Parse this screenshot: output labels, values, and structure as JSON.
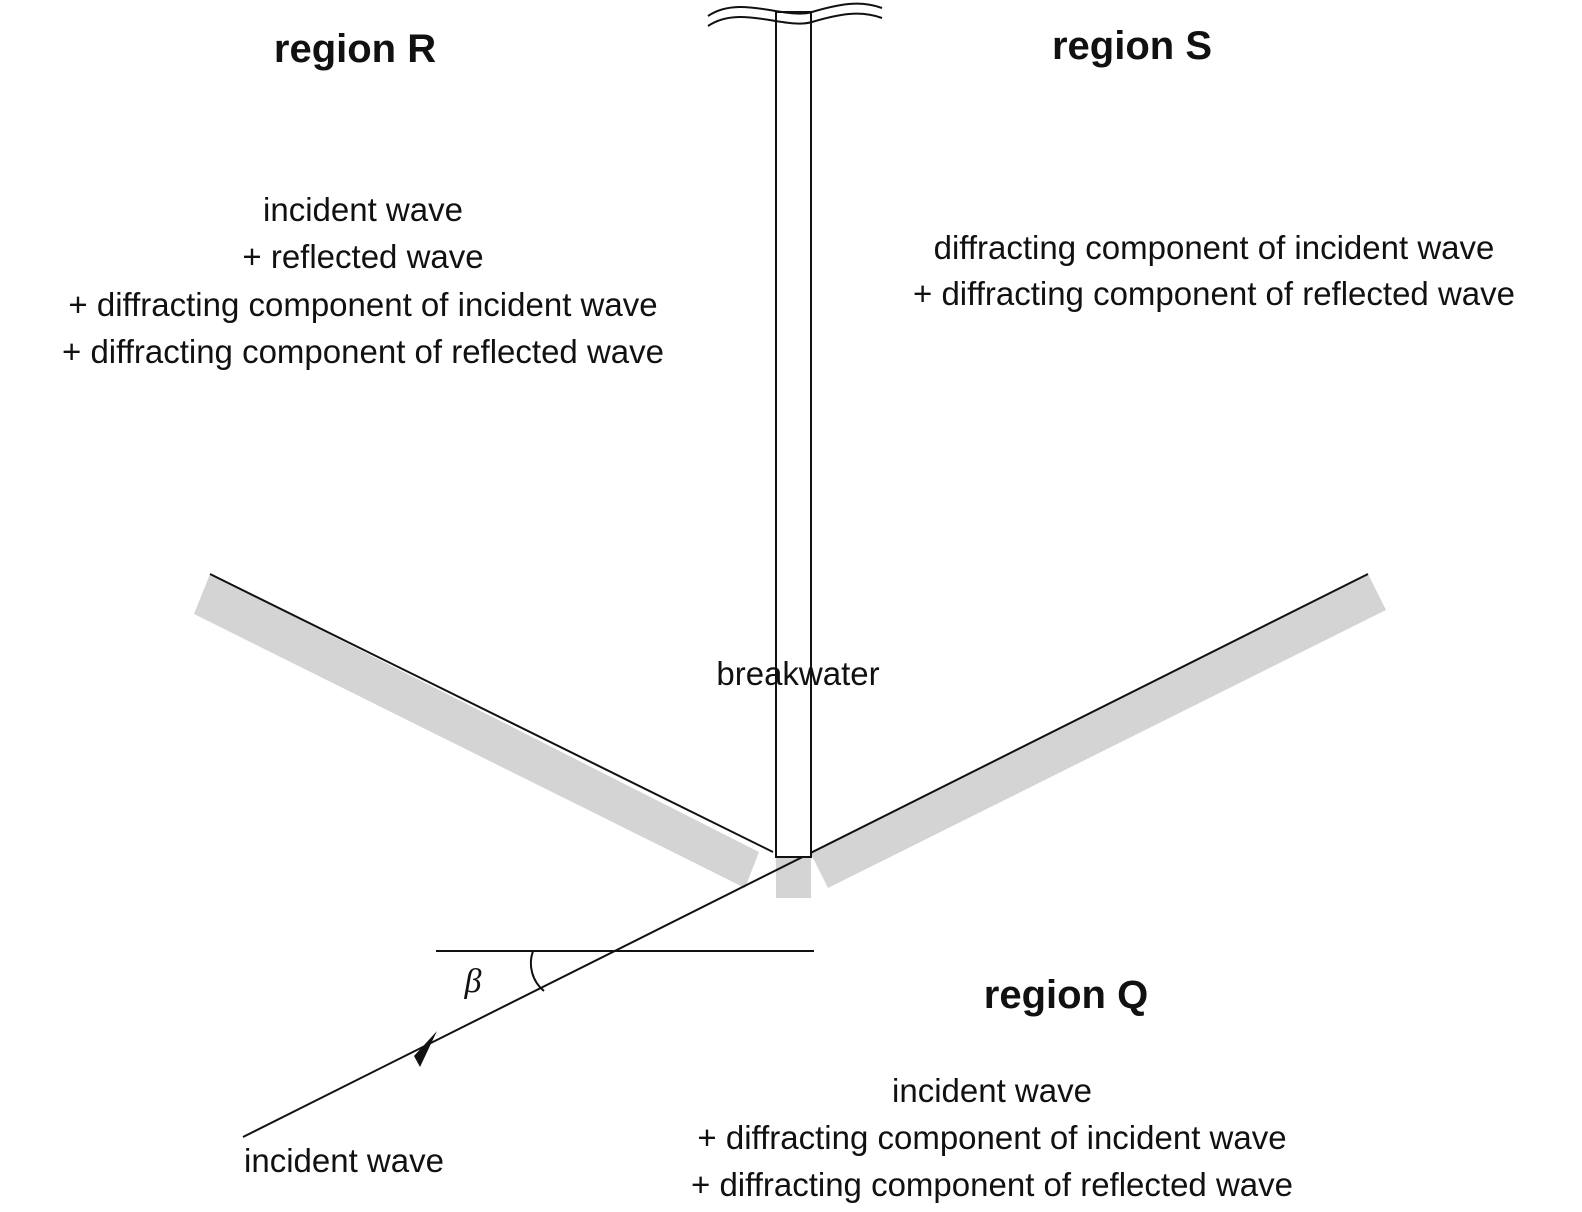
{
  "regions": {
    "R": {
      "title": "region R",
      "lines": [
        "incident wave",
        "+ reflected wave",
        "+ diffracting component of incident wave",
        "+ diffracting component of reflected wave"
      ]
    },
    "S": {
      "title": "region S",
      "lines": [
        "diffracting component of incident wave",
        "+ diffracting component of reflected wave"
      ]
    },
    "Q": {
      "title": "region Q",
      "lines": [
        "incident wave",
        "+ diffracting component of incident wave",
        "+ diffracting component of reflected wave"
      ]
    }
  },
  "labels": {
    "breakwater": "breakwater",
    "incident_wave": "incident wave",
    "angle": "β"
  },
  "colors": {
    "line": "#111111",
    "shade": "#d4d4d4",
    "background": "#ffffff"
  }
}
